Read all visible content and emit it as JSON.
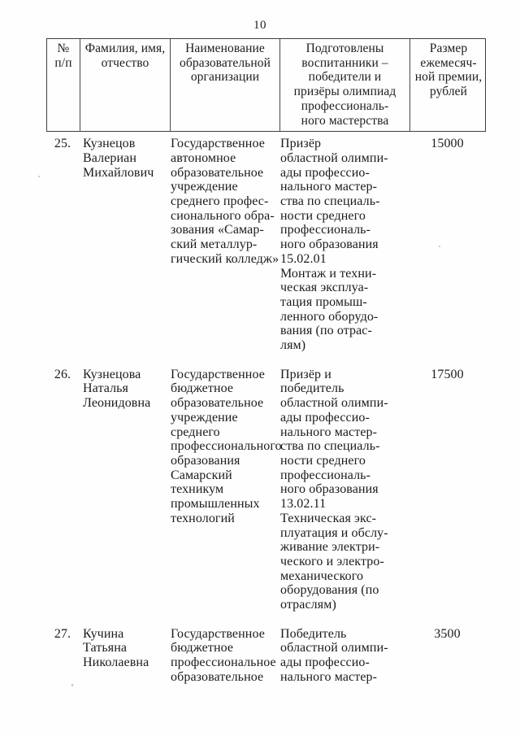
{
  "page": {
    "number": "10"
  },
  "table": {
    "headers": [
      {
        "id": "num",
        "label": "№\nп/п"
      },
      {
        "id": "name",
        "label": "Фамилия, имя,\nотчество"
      },
      {
        "id": "org",
        "label": "Наименование\nобразовательной\nорганизации"
      },
      {
        "id": "achievement",
        "label": "Подготовлены\nвоспитанники –\nпобедители и\nпризёры олимпиад\nпрофессиональ-\nного мастерства"
      },
      {
        "id": "amount",
        "label": "Размер\nежемесяч-\nной премии,\nрублей"
      }
    ],
    "rows": [
      {
        "num": "25.",
        "name": "Кузнецов\nВалериан\nМихайлович",
        "org": "Государственное\nавтономное\nобразовательное\nучреждение\nсреднего профес-\nсионального обра-\nзования «Самар-\nский металлур-\nгический колледж»",
        "achievement": "Призёр\nобластной олимпи-\nады профессио-\nнального мастер-\nства по специаль-\nности среднего\nпрофессиональ-\nного образования\n15.02.01\nМонтаж и техни-\nческая эксплуа-\nтация промыш-\nленного оборудо-\nвания (по отрас-\nлям)",
        "amount": "15000"
      },
      {
        "num": "26.",
        "name": "Кузнецова\nНаталья\nЛеонидовна",
        "org": "Государственное\nбюджетное\nобразовательное\nучреждение\nсреднего\nпрофессионального\nобразования\nСамарский\nтехникум\nпромышленных\nтехнологий",
        "achievement": "Призёр и\nпобедитель\nобластной олимпи-\nады профессио-\nнального мастер-\nства по специаль-\nности среднего\nпрофессиональ-\nного образования\n13.02.11\nТехническая экс-\nплуатация и обслу-\nживание электри-\nческого и электро-\nмеханического\nоборудования (по\nотраслям)",
        "amount": "17500"
      },
      {
        "num": "27.",
        "name": "Кучина\nТатьяна\nНиколаевна",
        "org": "Государственное\nбюджетное\nпрофессиональное\nобразовательное",
        "achievement": "Победитель\nобластной олимпи-\nады профессио-\nнального мастер-",
        "amount": "3500"
      }
    ]
  }
}
